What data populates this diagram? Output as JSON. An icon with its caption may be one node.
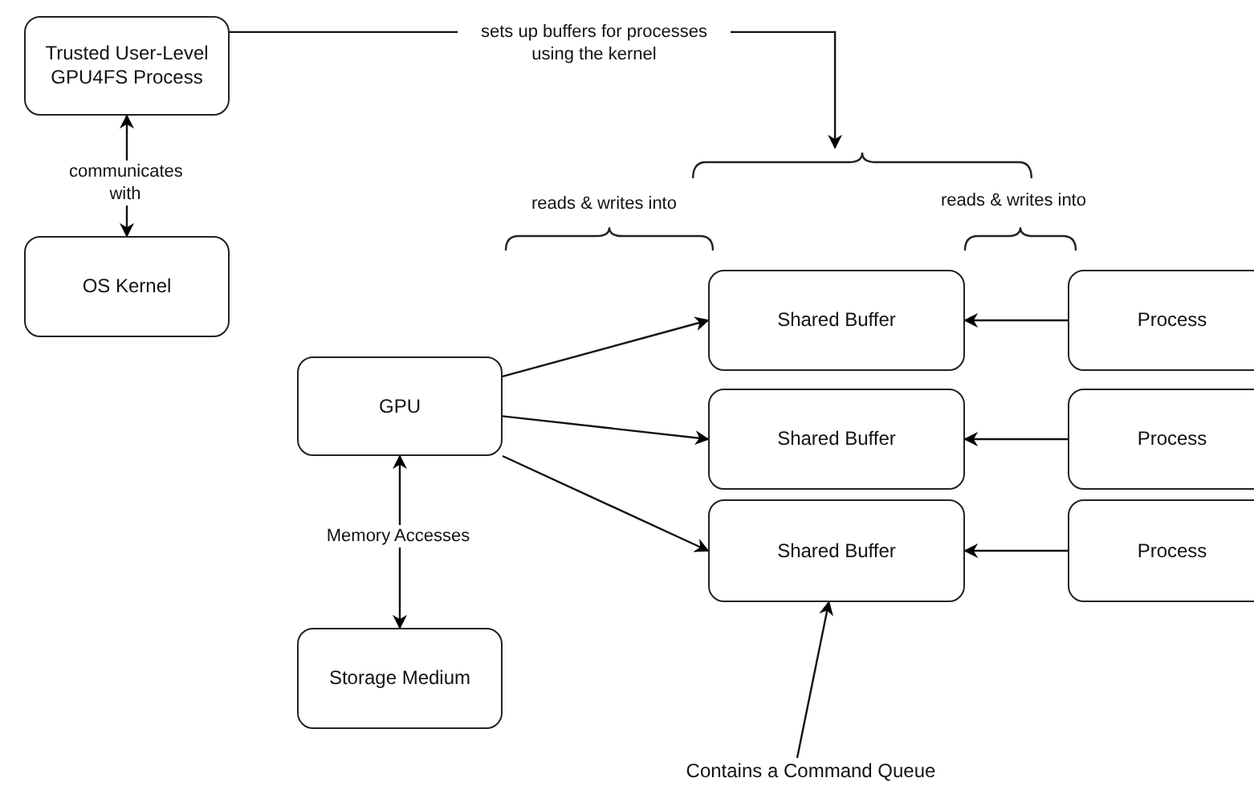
{
  "diagram": {
    "nodes": [
      {
        "text": [
          "Trusted User-Level GPU4FS Process"
        ]
      },
      {
        "text": [],
        "shape": "bracket"
      },
      {
        "text": [
          "OS Kernel"
        ]
      },
      {
        "text": [
          "Shared Buffer"
        ]
      },
      {
        "text": [
          "Process"
        ]
      },
      {
        "text": [
          "GPU"
        ]
      },
      {
        "text": [
          "Shared Buffer"
        ]
      },
      {
        "text": [
          "Process"
        ]
      },
      {
        "text": [
          "Shared Buffer"
        ]
      },
      {
        "text": [
          "Process"
        ]
      },
      {
        "text": [
          "Storage Medium"
        ]
      },
      {
        "text": [
          "Contains a Command Queue"
        ]
      }
    ],
    "edges": [
      {
        "from": 0,
        "to": 1,
        "arrow": "to",
        "label": "sets up buffers for processes using the kernel"
      },
      {
        "from": 0,
        "to": 2,
        "arrow": "both",
        "label": "communicates with"
      },
      {
        "from": 5,
        "to": 3,
        "arrow": "to"
      },
      {
        "from": 5,
        "to": 6,
        "arrow": "to"
      },
      {
        "from": 5,
        "to": 8,
        "arrow": "to"
      },
      {
        "from": 5,
        "to": 10,
        "arrow": "both",
        "label": "Memory Accesses"
      },
      {
        "from": 4,
        "to": 3,
        "arrow": "to"
      },
      {
        "from": 7,
        "to": 6,
        "arrow": "to"
      },
      {
        "from": 9,
        "to": 8,
        "arrow": "to"
      },
      {
        "from": 11,
        "to": 8,
        "arrow": "to"
      }
    ],
    "labels": [
      "reads & writes into",
      "reads & writes into"
    ]
  }
}
